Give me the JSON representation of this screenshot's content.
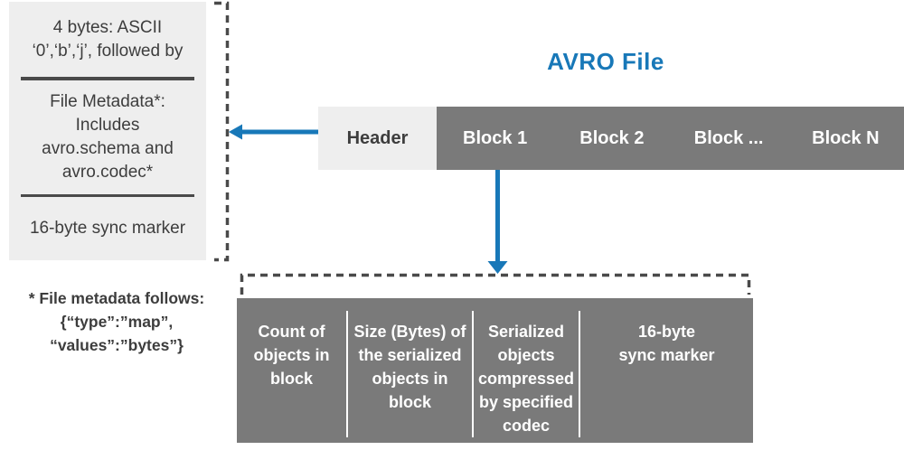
{
  "title": "AVRO File",
  "colors": {
    "accent_blue": "#1878b8",
    "bar_gray": "#7a7a7a",
    "panel_light": "#eeeeee",
    "text_dark": "#3d3d3d",
    "dash_gray": "#4a4a4a",
    "white_text": "#ffffff"
  },
  "header_panel": {
    "sections": [
      "4 bytes: ASCII\n‘0’,‘b’,‘j’, followed by",
      "File Metadata*:\nIncludes\navro.schema and\navro.codec*",
      "16-byte sync marker"
    ]
  },
  "file_bar": {
    "header_label": "Header",
    "blocks": [
      "Block 1",
      "Block 2",
      "Block ...",
      "Block N"
    ]
  },
  "block_detail": {
    "cells": [
      "Count of\nobjects in\nblock",
      "Size (Bytes) of\nthe serialized\nobjects in\nblock",
      "Serialized\nobjects\ncompressed\nby specified\ncodec",
      "16-byte\nsync marker"
    ]
  },
  "footnote": "* File metadata follows:\n{“type”:”map”,\n“values”:”bytes”}",
  "icons": {
    "left_arrow": "arrow-left-icon",
    "down_arrow": "arrow-down-icon"
  }
}
